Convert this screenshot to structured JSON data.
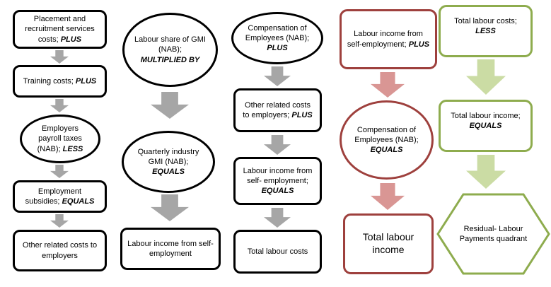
{
  "colors": {
    "black_outline": "#000000",
    "gray_arrow": "#A6A6A6",
    "red_outline": "#9E403D",
    "red_arrow": "#D99694",
    "green_outline": "#8EAC4E",
    "green_arrow": "#CBDCA4"
  },
  "columns": [
    {
      "name": "employer-costs-build-up",
      "nodes": [
        {
          "shape": "rounded-rectangle",
          "text": "Placement and recruitment services costs;",
          "op": "PLUS"
        },
        {
          "shape": "rounded-rectangle",
          "text": "Training costs;",
          "op": "PLUS"
        },
        {
          "shape": "ellipse",
          "text": "Employers payroll taxes (NAB);",
          "op": "LESS"
        },
        {
          "shape": "rounded-rectangle",
          "text": "Employment subsidies;",
          "op": "EQUALS"
        },
        {
          "shape": "rounded-rectangle",
          "text": "Other related costs to employers",
          "op": ""
        }
      ]
    },
    {
      "name": "self-employment-income",
      "nodes": [
        {
          "shape": "ellipse",
          "text": "Labour share of GMI (NAB);",
          "op": "MULTIPLIED BY"
        },
        {
          "shape": "ellipse",
          "text": "Quarterly industry GMI (NAB);",
          "op": "EQUALS"
        },
        {
          "shape": "rounded-rectangle",
          "text": "Labour income from self-employment",
          "op": ""
        }
      ]
    },
    {
      "name": "total-labour-costs",
      "nodes": [
        {
          "shape": "ellipse",
          "text": "Compensation of Employees (NAB);",
          "op": "PLUS"
        },
        {
          "shape": "rounded-rectangle",
          "text": "Other related costs to employers;",
          "op": "PLUS"
        },
        {
          "shape": "rounded-rectangle",
          "text": "Labour income from self- employment;",
          "op": "EQUALS"
        },
        {
          "shape": "rounded-rectangle",
          "text": "Total labour costs",
          "op": ""
        }
      ]
    },
    {
      "name": "total-labour-income",
      "nodes": [
        {
          "shape": "rounded-rectangle",
          "text": "Labour income from self-employment;",
          "op": "PLUS"
        },
        {
          "shape": "ellipse",
          "text": "Compensation of Employees (NAB);",
          "op": "EQUALS"
        },
        {
          "shape": "rounded-rectangle",
          "text": "Total labour income",
          "op": ""
        }
      ]
    },
    {
      "name": "residual-labour-payments",
      "nodes": [
        {
          "shape": "rounded-rectangle",
          "text": "Total labour costs;",
          "op": "LESS"
        },
        {
          "shape": "rounded-rectangle",
          "text": "Total labour income;",
          "op": "EQUALS"
        },
        {
          "shape": "hexagon",
          "text": "Residual- Labour Payments quadrant",
          "op": ""
        }
      ]
    }
  ]
}
